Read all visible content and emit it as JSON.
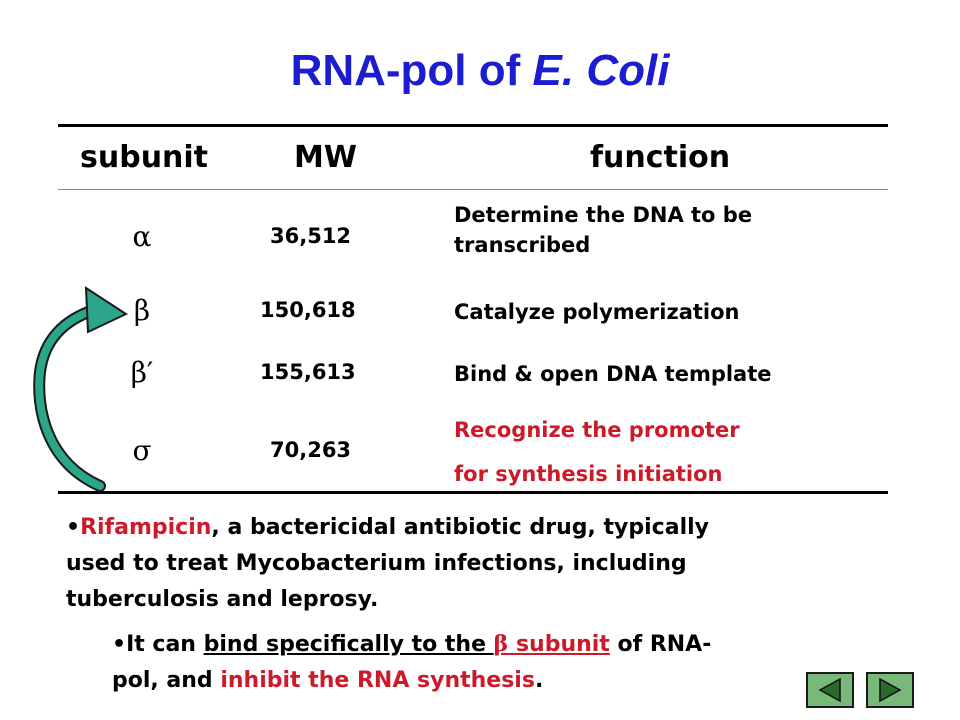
{
  "title": {
    "main": "RNA-pol of ",
    "italic": "E. Coli"
  },
  "table": {
    "headers": [
      "subunit",
      "MW",
      "function"
    ],
    "rows": [
      {
        "subunit": "α",
        "mw": "36,512",
        "function": [
          "Determine the DNA to be",
          "transcribed"
        ]
      },
      {
        "subunit": "β",
        "mw": "150,618",
        "function": [
          "Catalyze polymerization"
        ]
      },
      {
        "subunit": "β′",
        "mw": "155,613",
        "function": [
          "Bind & open DNA template"
        ]
      },
      {
        "subunit": "σ",
        "mw": "70,263",
        "function": [
          "Recognize the promoter",
          "for synthesis initiation"
        ]
      }
    ]
  },
  "note1": {
    "bullet": "•",
    "drug": "Rifampicin",
    "line1_rest": ", a bactericidal antibiotic drug, typically",
    "line2": "used to treat Mycobacterium infections, including",
    "line3": "tuberculosis and leprosy."
  },
  "note2": {
    "bullet": "•",
    "part1": "It can ",
    "underline1": "bind specifically to the ",
    "beta": "β",
    "underline2": " subunit",
    "part2": " of RNA-",
    "line2_start": "pol, and ",
    "line2_red": "inhibit the RNA synthesis",
    "line2_end": "."
  },
  "colors": {
    "title": "#1c1cd0",
    "highlight": "#cc1a2a",
    "arrow": "#2ba68a",
    "nav": "#78b878"
  },
  "icons": {
    "arrow": "curved-arrow-icon",
    "prev": "triangle-left-icon",
    "next": "triangle-right-icon"
  }
}
